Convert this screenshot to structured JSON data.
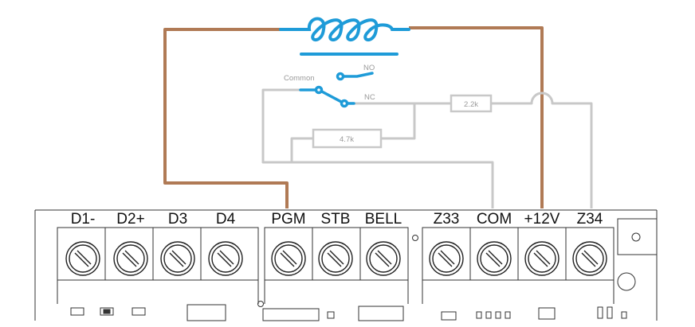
{
  "relay": {
    "contact_labels": {
      "common": "Common",
      "no": "NO",
      "nc": "NC"
    }
  },
  "resistors": [
    {
      "id": "r-2k2",
      "label": "2.2k"
    },
    {
      "id": "r-4k7",
      "label": "4.7k"
    }
  ],
  "terminal_groups": [
    {
      "id": "g1",
      "terminals": [
        "D1-",
        "D2+",
        "D3",
        "D4"
      ]
    },
    {
      "id": "g2",
      "terminals": [
        "PGM",
        "STB",
        "BELL"
      ]
    },
    {
      "id": "g3",
      "terminals": [
        "Z33",
        "COM",
        "+12V",
        "Z34"
      ]
    }
  ],
  "colors": {
    "coil": "#1e9bd8",
    "wire_copper": "#b07a55",
    "wire_gray": "#c4c4c4",
    "board_outline": "#333333"
  }
}
